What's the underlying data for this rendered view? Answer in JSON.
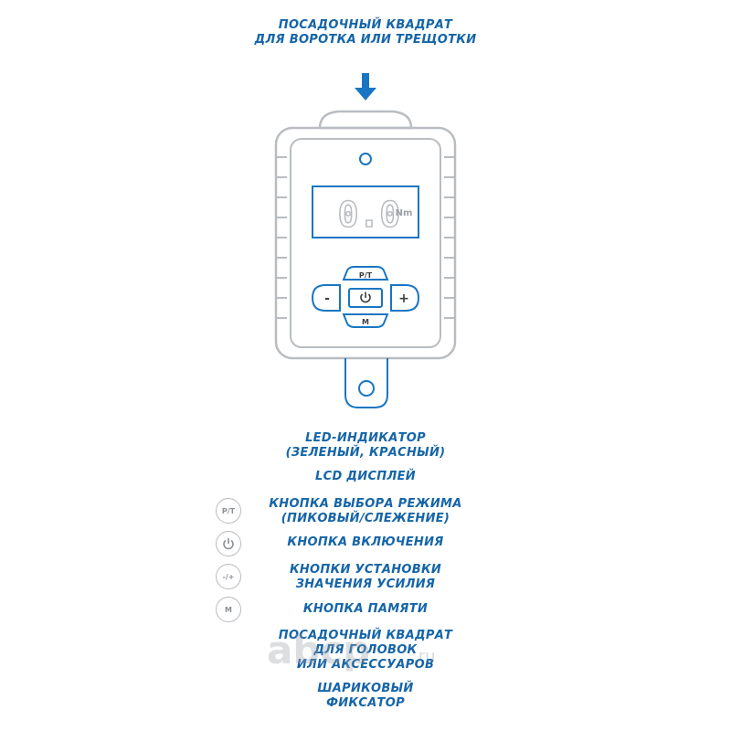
{
  "top_label": {
    "line1": "ПОСАДОЧНЫЙ КВАДРАТ",
    "line2": "ДЛЯ ВОРОТКА ИЛИ ТРЕЩОТКИ"
  },
  "device": {
    "display_value": "0.0",
    "display_unit": "Nm",
    "button_pt": "P/T",
    "button_minus": "-",
    "button_plus": "+",
    "button_m": "M"
  },
  "legend": [
    {
      "icon": null,
      "lines": [
        "LED-ИНДИКАТОР",
        "(ЗЕЛЕНЫЙ, КРАСНЫЙ)"
      ]
    },
    {
      "icon": null,
      "lines": [
        "LCD ДИСПЛЕЙ"
      ]
    },
    {
      "icon": "P/T",
      "lines": [
        "КНОПКА ВЫБОРА РЕЖИМА",
        "(ПИКОВЫЙ/СЛЕЖЕНИЕ)"
      ]
    },
    {
      "icon": "power-icon",
      "lines": [
        "КНОПКА ВКЛЮЧЕНИЯ"
      ]
    },
    {
      "icon": "-/+",
      "lines": [
        "КНОПКИ УСТАНОВКИ",
        "ЗНАЧЕНИЯ УСИЛИЯ"
      ]
    },
    {
      "icon": "M",
      "lines": [
        "КНОПКА ПАМЯТИ"
      ]
    },
    {
      "icon": null,
      "lines": [
        "ПОСАДОЧНЫЙ КВАДРАТ",
        "ДЛЯ ГОЛОВОК",
        "ИЛИ АКСЕССУАРОВ"
      ]
    },
    {
      "icon": null,
      "lines": [
        "ШАРИКОВЫЙ",
        "ФИКСАТОР"
      ]
    }
  ],
  "watermark": {
    "text": "abcp",
    "suffix": ".ru"
  },
  "colors": {
    "accent": "#1565a8",
    "outline": "#b9bdc1",
    "button_fill": "#1976c2"
  }
}
